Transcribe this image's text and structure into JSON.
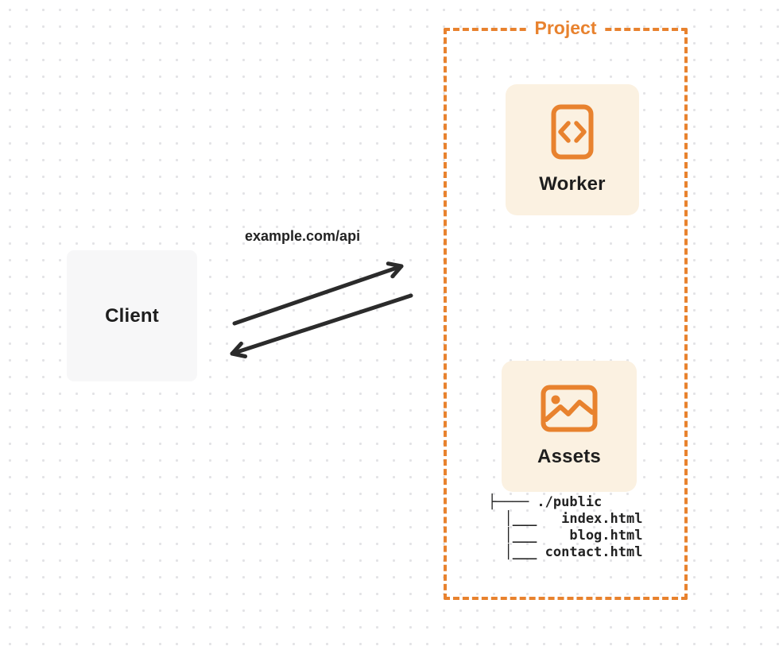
{
  "colors": {
    "accent": "#E8822E",
    "card_bg": "#FBF1E1",
    "client_bg": "#F7F7F8",
    "arrow": "#2B2B2B",
    "text": "#1E1E1E",
    "dot": "#E3E3E6"
  },
  "client": {
    "label": "Client"
  },
  "request": {
    "label": "example.com/api"
  },
  "project": {
    "label": "Project",
    "worker": {
      "label": "Worker",
      "icon": "code-file-icon"
    },
    "assets": {
      "label": "Assets",
      "icon": "image-icon"
    },
    "file_tree": {
      "lines": [
        "├──── ./public",
        "  │___   index.html",
        "  │___    blog.html",
        "  │___ contact.html"
      ]
    }
  }
}
